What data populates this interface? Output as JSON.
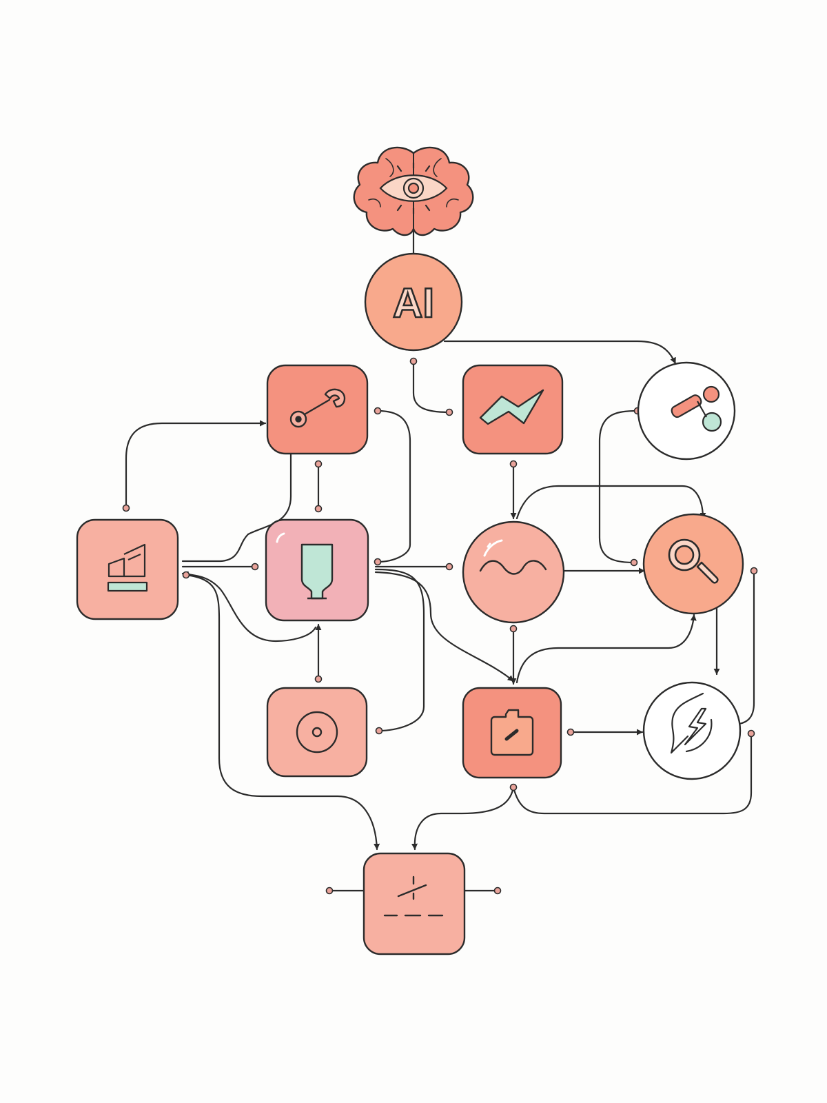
{
  "diagram": {
    "colors": {
      "background": "#fdfdfc",
      "outline": "#2b2b2b",
      "node_coral": "#f4927f",
      "node_salmon": "#f7b0a1",
      "node_pink": "#f2b1b7",
      "node_peach": "#f8a98c",
      "node_white": "#ffffff",
      "accent_mint": "#bfe6d6",
      "connector_dot": "#e9a39a"
    },
    "ai_label": "AI",
    "nodes": [
      {
        "id": "brain",
        "icon": "brain-eye-icon"
      },
      {
        "id": "ai",
        "icon": "ai-text"
      },
      {
        "id": "tool",
        "icon": "wrench-icon"
      },
      {
        "id": "trend",
        "icon": "zigzag-trend-icon"
      },
      {
        "id": "toggle",
        "icon": "toggle-switch-icon"
      },
      {
        "id": "chart",
        "icon": "chart-blocks-icon"
      },
      {
        "id": "cup",
        "icon": "cup-icon"
      },
      {
        "id": "wave",
        "icon": "wave-icon"
      },
      {
        "id": "search",
        "icon": "magnifier-icon"
      },
      {
        "id": "disc",
        "icon": "target-icon"
      },
      {
        "id": "bag",
        "icon": "lock-bag-icon"
      },
      {
        "id": "bolt",
        "icon": "lightning-icon"
      },
      {
        "id": "divide",
        "icon": "divide-icon"
      }
    ]
  }
}
